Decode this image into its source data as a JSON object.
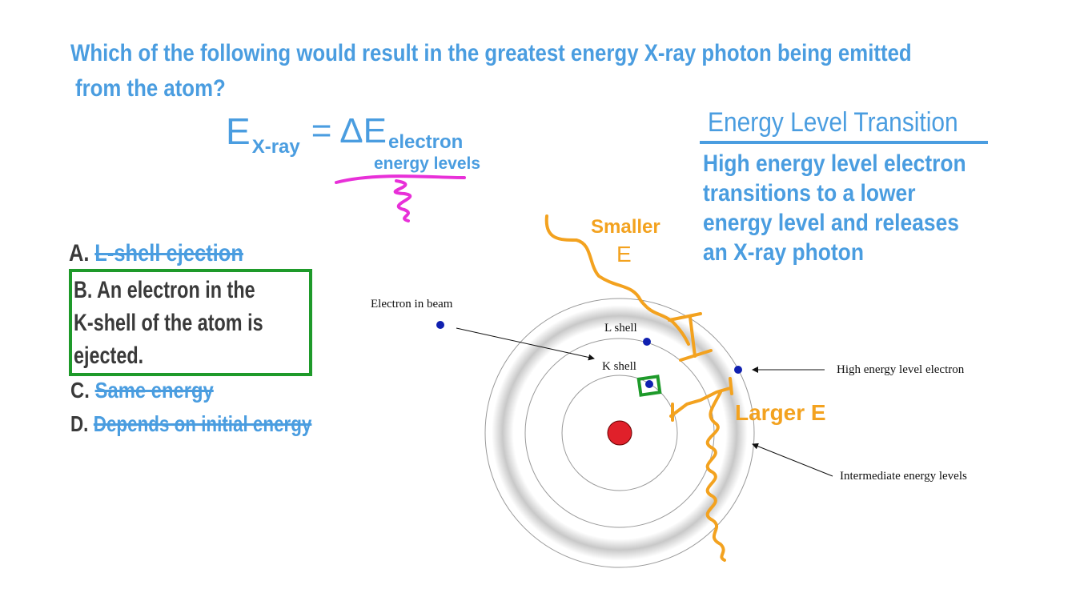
{
  "question": {
    "line1": "Which of the following would result in the greatest energy X-ray photon being emitted",
    "line2": "from the atom?"
  },
  "equation": {
    "lhs": "E",
    "lhs_sub": "X-ray",
    "equals": "= ΔE",
    "rhs_sub1": "electron",
    "rhs_sub2": "energy levels"
  },
  "options": [
    {
      "letter": "A.",
      "text": "L-shell ejection",
      "struck": true
    },
    {
      "letter": "B.",
      "text": "An electron in the K-shell of the atom is ejected.",
      "line1": "B. An electron in the",
      "line2": "K-shell of the atom is",
      "line3": "ejected.",
      "struck": false,
      "selected": true
    },
    {
      "letter": "C.",
      "text": "Same energy",
      "struck": true
    },
    {
      "letter": "D.",
      "text": "Depends on initial energy",
      "struck": true
    }
  ],
  "note": {
    "title": "Energy Level Transition",
    "lines": [
      "High energy level electron",
      "transitions to a lower",
      "energy level and releases",
      "an X-ray photon"
    ]
  },
  "diagram": {
    "labels": {
      "beam": "Electron in beam",
      "l_shell": "L shell",
      "k_shell": "K shell",
      "high": "High energy level electron",
      "intermediate": "Intermediate energy levels"
    },
    "smaller_e": [
      "Smaller",
      "E"
    ],
    "larger_e": "Larger E"
  },
  "colors": {
    "blue_ink": "#4a9de0",
    "dark_ink": "#3a3a3a",
    "green_box": "#1e9a2a",
    "orange_ink": "#f3a21f",
    "magenta_ink": "#e830d8",
    "nucleus": "#e0202a",
    "electron": "#1020b0"
  }
}
